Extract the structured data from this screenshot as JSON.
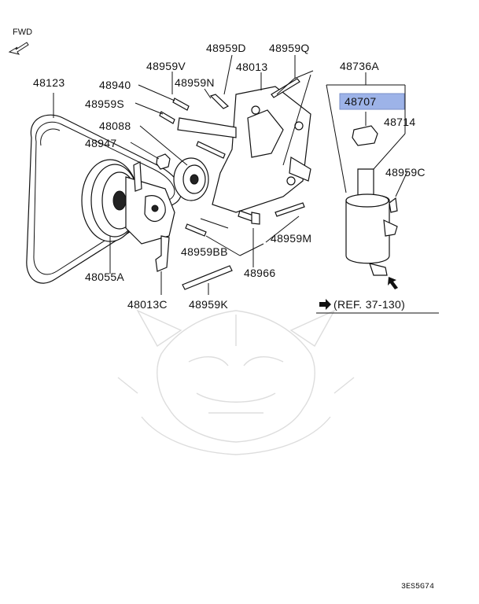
{
  "diagram": {
    "fwd_label": "FWD",
    "highlight_color": "#9db3e8",
    "parts": {
      "p48123": "48123",
      "p48940": "48940",
      "p48959S": "48959S",
      "p48088": "48088",
      "p48947": "48947",
      "p48959V": "48959V",
      "p48959D": "48959D",
      "p48959N": "48959N",
      "p48013": "48013",
      "p48959Q": "48959Q",
      "p48736A": "48736A",
      "p48707": "48707",
      "p48714": "48714",
      "p48959C": "48959C",
      "p48959M": "48959M",
      "p48966": "48966",
      "p48959BB": "48959BB",
      "p48055A": "48055A",
      "p48013C": "48013C",
      "p48959K": "48959K"
    },
    "reference": "(REF. 37-130)",
    "diagram_code": "3ES5G74"
  }
}
